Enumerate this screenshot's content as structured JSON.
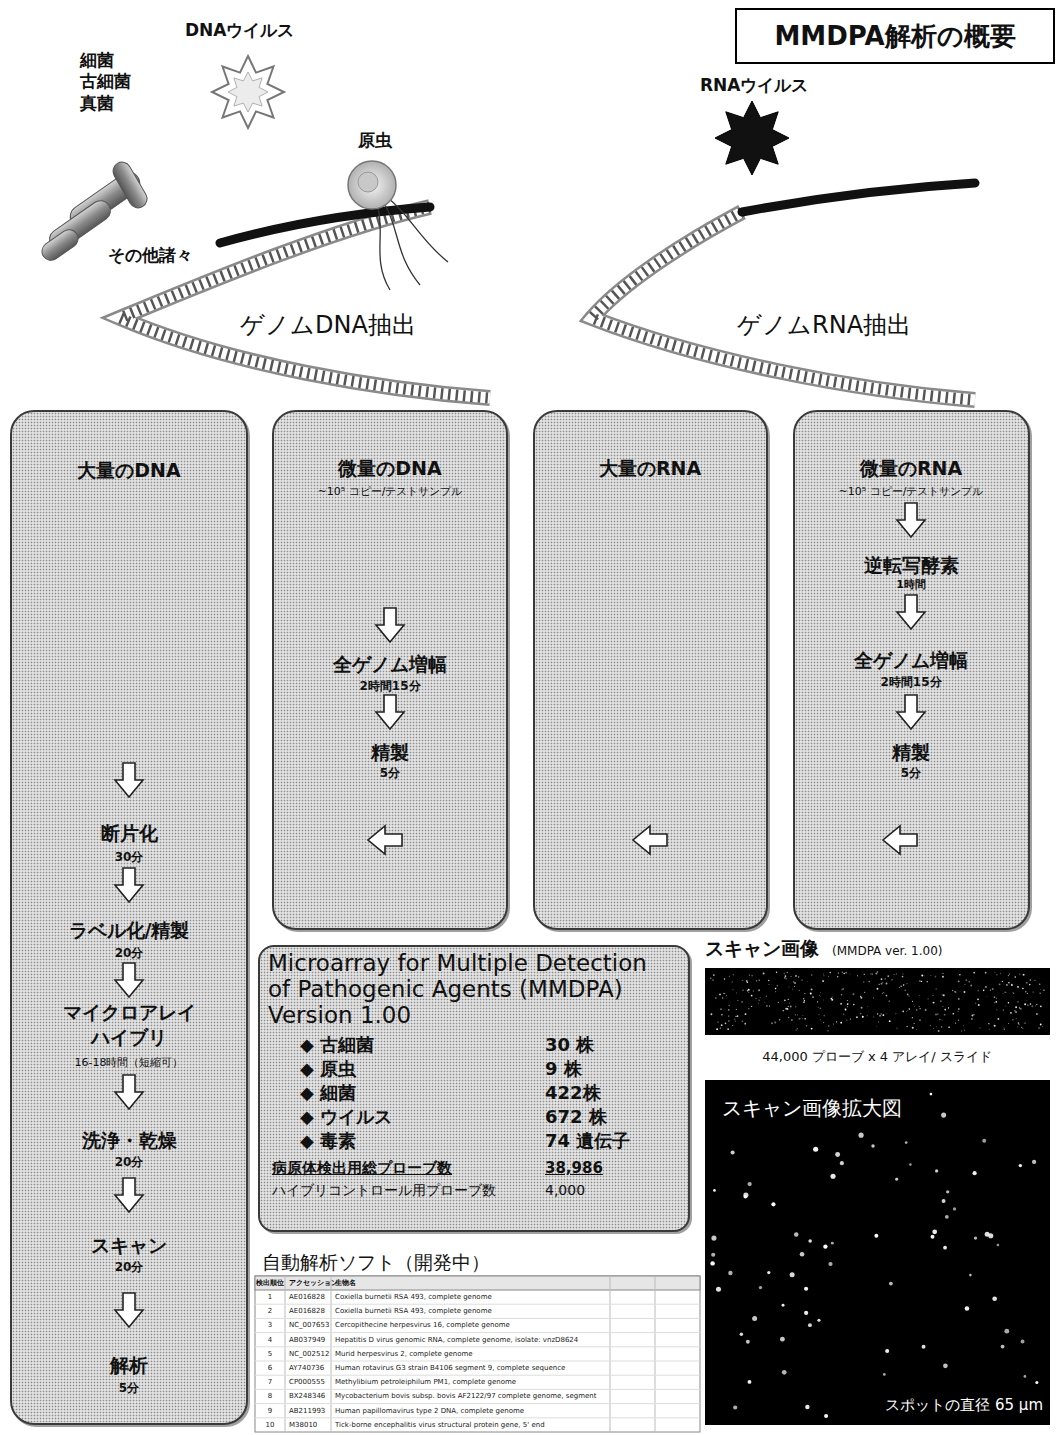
{
  "diagram": {
    "title": "MMDPA解析の概要",
    "nodes": [
      {
        "text": [
          "大量のDNA",
          "断片化",
          "30分",
          "ラベル化/精製",
          "20分",
          "マイクロアレイ ハイブリ",
          "16-18時間（短縮可）",
          "洗浄・乾燥",
          "20分",
          "スキャン",
          "20分",
          "解析",
          "5分"
        ]
      },
      {
        "text": [
          "微量のDNA",
          "~10⁵ コピー/テストサンプル",
          "全ゲノム増幅",
          "2時間15分",
          "精製",
          "5分"
        ]
      },
      {
        "text": [
          "大量のRNA"
        ]
      },
      {
        "text": [
          "微量のRNA",
          "~10⁵ コピー/テストサンプル",
          "逆転写酵素",
          "1時間",
          "全ゲノム増幅",
          "2時間15分",
          "精製",
          "5分"
        ]
      },
      {
        "text": [
          "Microarray for Multiple Detection of Pathogenic Agents (MMDPA) Version 1.00",
          "◆ 古細菌",
          "30 株",
          "◆ 原虫",
          "9 株",
          "◆ 細菌",
          "422株",
          "◆ ウイルス",
          "672 株",
          "◆ 毒素",
          "74 遺伝子",
          "病原体検出用総プローブ数",
          "38,986",
          "ハイブリコントロール用プローブ数",
          "4,000"
        ]
      }
    ],
    "labels": [
      "細菌 古細菌 真菌",
      "DNAウイルス",
      "原虫",
      "その他諸々",
      "RNAウイルス",
      "ゲノムDNA抽出",
      "ゲノムRNA抽出",
      "スキャン画像",
      "(MMDPA ver. 1.00)",
      "44,000 プローブ x 4 アレイ/ スライド",
      "スキャン画像拡大図",
      "スポットの直径 65 μm",
      "自動解析ソフト（開発中）",
      "検出順位",
      "アクセッション",
      "生物名",
      "1",
      "AE016828",
      "Coxiella burnetii RSA 493, complete genome",
      "2",
      "AE016828",
      "Coxiella burnetii RSA 493, complete genome",
      "3",
      "NC_007653",
      "Cercopithecine herpesvirus 16, complete genome",
      "4",
      "AB037949",
      "Hepatitis D virus genomic RNA, complete genome, isolate: vnzD8624",
      "5",
      "NC_002512",
      "Murid herpesvirus 2, complete genome",
      "6",
      "AY740736",
      "Human rotavirus G3 strain B4106 segment 9, complete sequence",
      "7",
      "CP000555",
      "Methylibium petroleiphilum PM1, complete genome",
      "8",
      "BX248346",
      "Mycobacterium bovis subsp. bovis AF2122/97 complete genome, segment",
      "9",
      "AB211993",
      "Human papillomavirus type 2 DNA, complete genome",
      "10",
      "M38010",
      "Tick-borne encephalitis virus structural protein gene, 5' end"
    ]
  }
}
